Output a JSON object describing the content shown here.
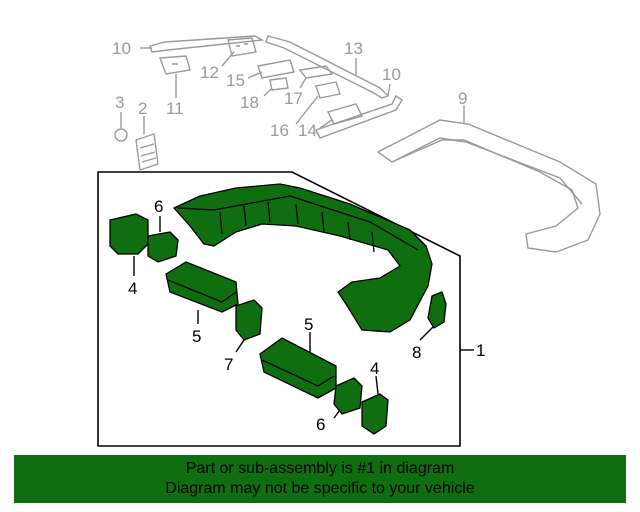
{
  "diagram": {
    "callouts": {
      "c1": "1",
      "c2": "2",
      "c3": "3",
      "c4a": "4",
      "c4b": "4",
      "c5a": "5",
      "c5b": "5",
      "c6a": "6",
      "c6b": "6",
      "c7": "7",
      "c8": "8",
      "c9": "9",
      "c10a": "10",
      "c10b": "10",
      "c11": "11",
      "c12": "12",
      "c13": "13",
      "c14": "14",
      "c15": "15",
      "c16": "16",
      "c17": "17",
      "c18": "18"
    },
    "colors": {
      "part_green": "#0f6e0f",
      "outline": "#000000",
      "faded": "#9a9a9a"
    }
  },
  "banner": {
    "line1": "Part or sub-assembly is #1 in diagram",
    "line2": "Diagram may not be specific to your vehicle"
  }
}
